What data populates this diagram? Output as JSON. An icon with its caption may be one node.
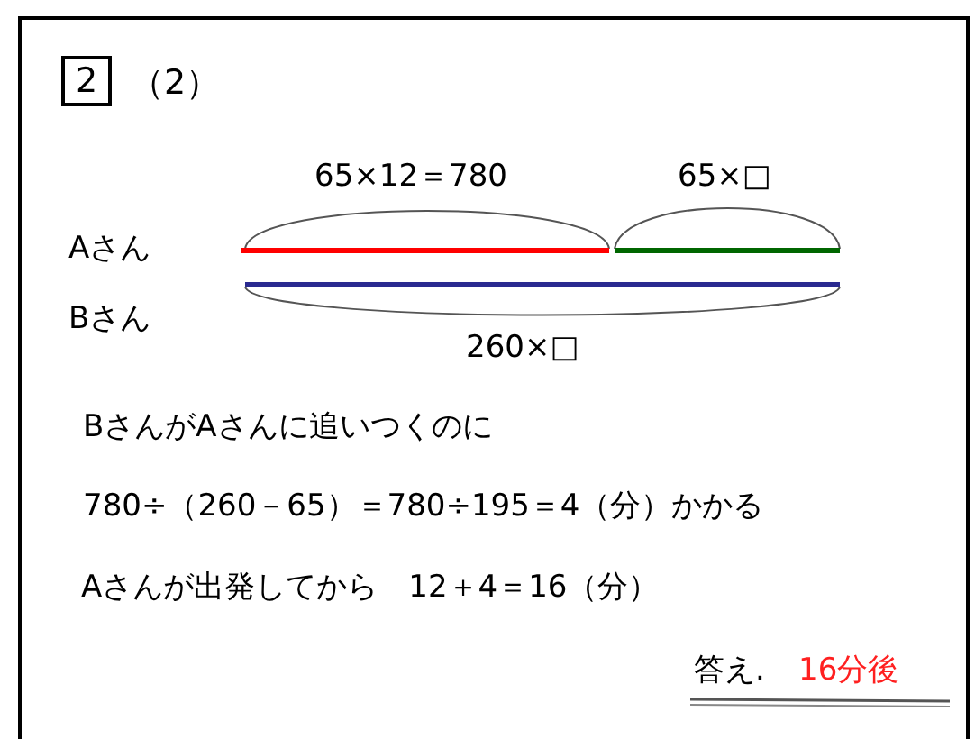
{
  "diagram": {
    "labels": [
      "2",
      "（2）",
      "65×12＝780",
      "65×□",
      "Aさん",
      "Bさん",
      "260×□",
      "BさんがAさんに追いつくのに",
      "780÷（260－65）＝780÷195＝4（分）かかる",
      "Aさんが出発してから　12＋4＝16（分）",
      "答え.",
      "16分後"
    ]
  }
}
